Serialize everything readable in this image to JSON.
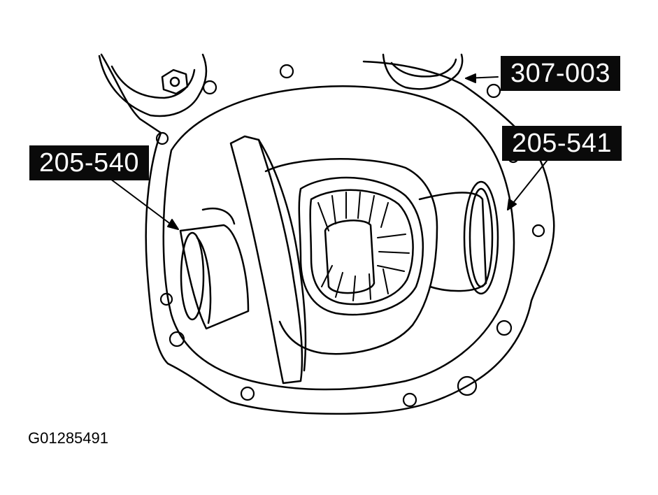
{
  "callouts": {
    "tool_a": "307-003",
    "tool_b": "205-541",
    "tool_c": "205-540"
  },
  "figure_id": "G01285491",
  "colors": {
    "ink": "#000000",
    "label_bg": "#0a0a0a",
    "label_text": "#ffffff",
    "paper": "#ffffff"
  }
}
